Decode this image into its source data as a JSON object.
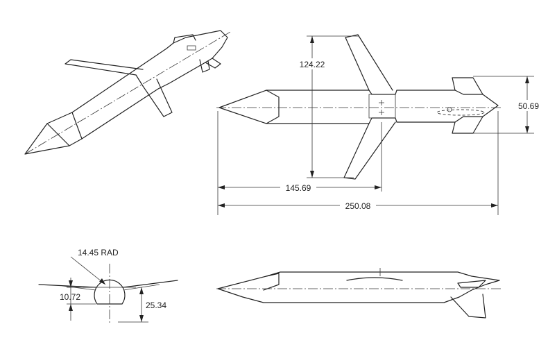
{
  "dimensions": {
    "wingspan": "124.22",
    "tail_span": "50.69",
    "wing_station": "145.69",
    "overall_length": "250.08",
    "nose_radius": "14.45 RAD",
    "wing_height": "10.72",
    "body_height": "25.34"
  }
}
